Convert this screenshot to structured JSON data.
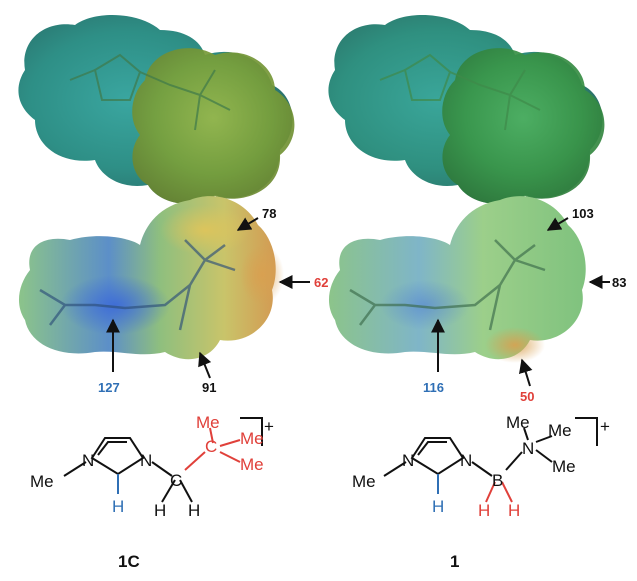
{
  "colors": {
    "black": "#111111",
    "red": "#e0403a",
    "blue": "#2f6fb5",
    "surface_green": "#5aa848",
    "surface_teal": "#3a9f8f",
    "surface_yellow": "#c8b23a"
  },
  "left": {
    "compound_name": "1C",
    "values": {
      "top": "78",
      "right": "62",
      "bottom_right": "91",
      "bottom_left": "127"
    },
    "atoms": {
      "me_left": "Me",
      "n1": "N",
      "n2": "N",
      "h_ring": "H",
      "c_bridge": "C",
      "h1": "H",
      "h2": "H",
      "c_quat": "C",
      "me1": "Me",
      "me2": "Me",
      "me3": "Me"
    },
    "charge": "+"
  },
  "right": {
    "compound_name": "1",
    "values": {
      "top": "103",
      "right": "83",
      "bottom_right": "50",
      "bottom_left": "116"
    },
    "atoms": {
      "me_left": "Me",
      "n1": "N",
      "n2": "N",
      "h_ring": "H",
      "b": "B",
      "h1": "H",
      "h2": "H",
      "n3": "N",
      "me1": "Me",
      "me2": "Me",
      "me3": "Me"
    },
    "charge": "+"
  }
}
